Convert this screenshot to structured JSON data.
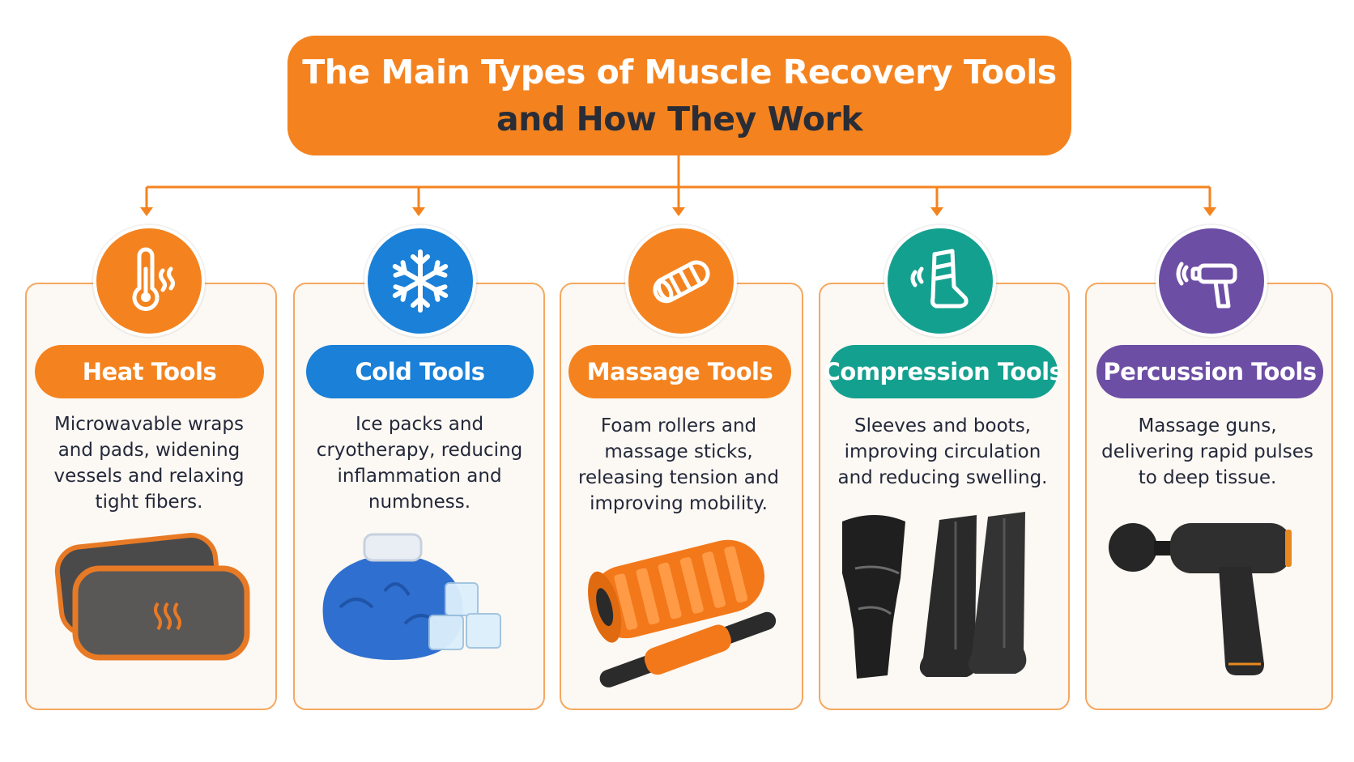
{
  "header": {
    "title_line1": "The Main Types of Muscle Recovery Tools",
    "title_line2": "and How They Work"
  },
  "colors": {
    "accent_orange": "#f4831f",
    "cold_blue": "#1a80d8",
    "compression_teal": "#14a08f",
    "percussion_purple": "#6d4ea5",
    "card_border": "#f5a860"
  },
  "categories": [
    {
      "name": "Heat Tools",
      "icon": "thermometer-heat-icon",
      "color": "#f4831f",
      "description": "Microwavable wraps and pads, widening vessels and relaxing tight fibers."
    },
    {
      "name": "Cold Tools",
      "icon": "snowflake-icon",
      "color": "#1a80d8",
      "description": "Ice packs and cryotherapy, reducing inflammation and numbness."
    },
    {
      "name": "Massage Tools",
      "icon": "foam-roller-icon",
      "color": "#f4831f",
      "description": "Foam rollers and massage sticks, releasing tension and improving mobility."
    },
    {
      "name": "Compression Tools",
      "icon": "compression-sleeve-icon",
      "color": "#14a08f",
      "description": "Sleeves and boots, improving circulation and reducing swelling."
    },
    {
      "name": "Percussion Tools",
      "icon": "massage-gun-icon",
      "color": "#6d4ea5",
      "description": "Massage guns, delivering rapid pulses to deep tissue."
    }
  ]
}
